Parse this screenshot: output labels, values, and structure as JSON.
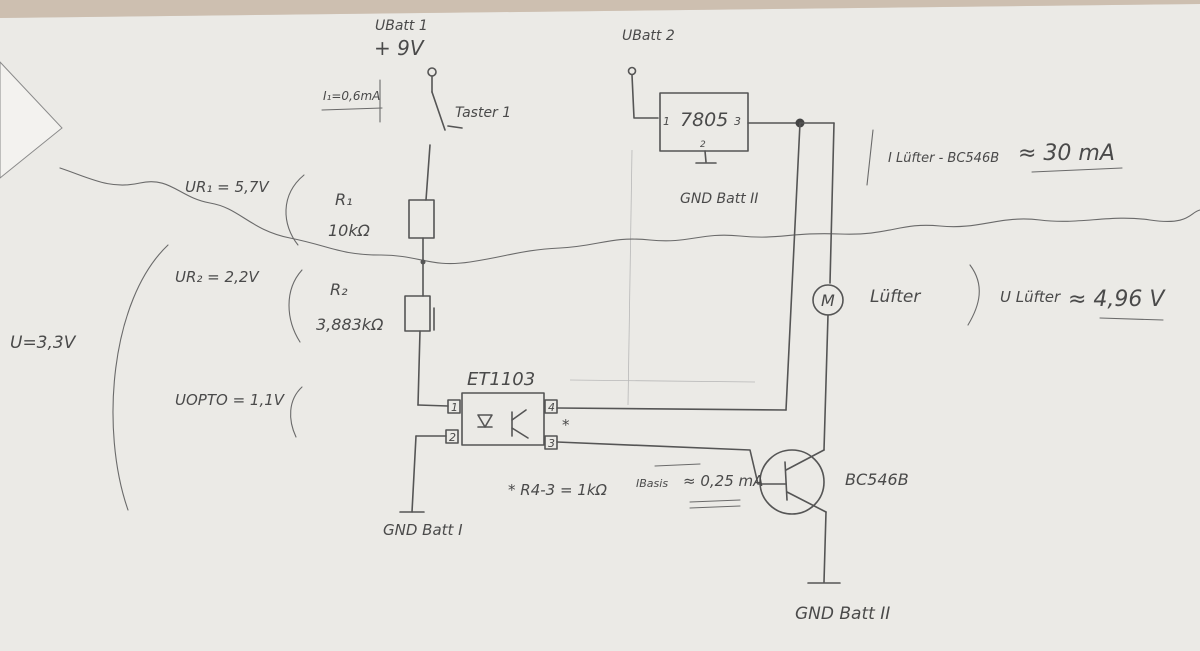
{
  "labels": {
    "ubatt1": "UBatt 1",
    "plus9v": "+ 9V",
    "ubatt2": "UBatt 2",
    "i1": "I₁=0,6mA",
    "taster": "Taster 1",
    "ur1": "UR₁ = 5,7V",
    "r1_name": "R₁",
    "r1_value": "10kΩ",
    "ur2": "UR₂ = 2,2V",
    "r2_name": "R₂",
    "r2_value": "3,883kΩ",
    "u_total": "U=3,3V",
    "uopto": "UOPTO = 1,1V",
    "reg_name": "7805",
    "reg_pin1": "1",
    "reg_pin2": "2",
    "reg_pin3": "3",
    "gnd_batt2_top": "GND Batt II",
    "ilufter_label": "I Lüfter - BC546B",
    "ilufter_value": "≈ 30 mA",
    "motor_symbol": "M",
    "lufter": "Lüfter",
    "ulufter_label": "U Lüfter",
    "ulufter_value": "≈ 4,96 V",
    "opto_name": "ET1103",
    "opto_pin1": "1",
    "opto_pin2": "2",
    "opto_pin3": "3",
    "opto_pin4": "4",
    "star": "*",
    "r43": "* R4-3 = 1kΩ",
    "ibasis_label": "IBasis",
    "ibasis_value": "≈ 0,25 mA",
    "transistor": "BC546B",
    "gnd_batt1": "GND Batt I",
    "gnd_batt2_bottom": "GND Batt II"
  }
}
